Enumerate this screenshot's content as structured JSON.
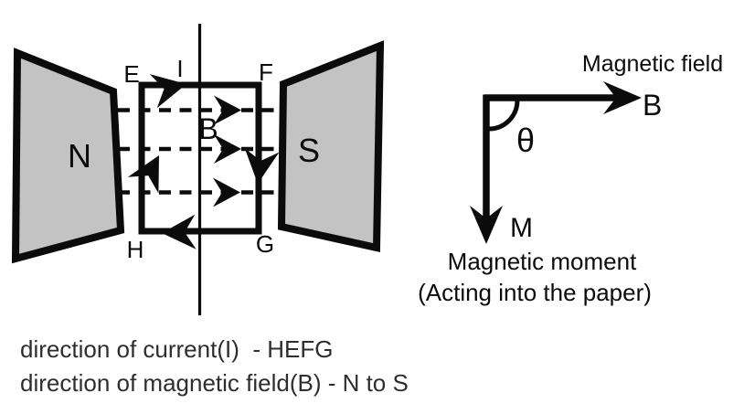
{
  "colors": {
    "ink": "#0b0b0b",
    "caption_text": "#2e2e2e",
    "magnet_fill": "#c3c3c3",
    "background": "#ffffff"
  },
  "magnet_assembly": {
    "north_pole_label": "N",
    "south_pole_label": "S",
    "coil": {
      "corner_top_left": "E",
      "corner_top_right": "F",
      "corner_bottom_right": "G",
      "corner_bottom_left": "H"
    },
    "current_label": "I",
    "field_label": "B"
  },
  "vector_diagram": {
    "field_title": "Magnetic field",
    "field_vector_label": "B",
    "angle_label": "θ",
    "moment_vector_label": "M",
    "moment_title": "Magnetic moment",
    "moment_note": "(Acting into the paper)"
  },
  "captions": {
    "line1": "direction of current(I)  - HEFG",
    "line2": "direction of magnetic field(B) - N to S"
  }
}
